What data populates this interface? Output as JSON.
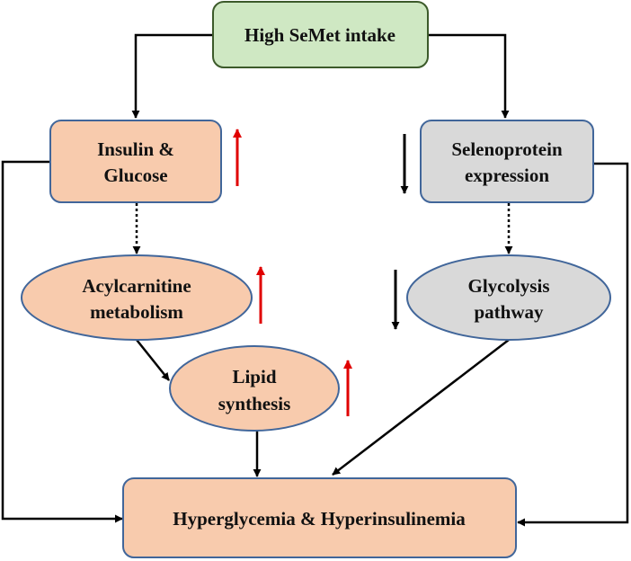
{
  "colors": {
    "top_fill": "#cfe8c3",
    "top_stroke": "#3c5a2a",
    "peach_fill": "#f8cbad",
    "peach_stroke": "#41669a",
    "gray_fill": "#d9d9d9",
    "gray_stroke": "#41669a",
    "edge": "#000000",
    "up_arrow": "#e00000",
    "down_arrow": "#000000"
  },
  "nodes": {
    "intake": {
      "label": "High SeMet intake"
    },
    "insulin": {
      "line1": "Insulin &",
      "line2": "Glucose"
    },
    "selenoprotein": {
      "line1": "Selenoprotein",
      "line2": "expression"
    },
    "acylcarnitine": {
      "line1": "Acylcarnitine",
      "line2": "metabolism"
    },
    "glycolysis": {
      "line1": "Glycolysis",
      "line2": "pathway"
    },
    "lipid": {
      "line1": "Lipid",
      "line2": "synthesis"
    },
    "outcome": {
      "label": "Hyperglycemia & Hyperinsulinemia"
    }
  },
  "indicators": {
    "insulin": "up",
    "selenoprotein": "down",
    "acylcarnitine": "up",
    "glycolysis": "down",
    "lipid": "up"
  }
}
